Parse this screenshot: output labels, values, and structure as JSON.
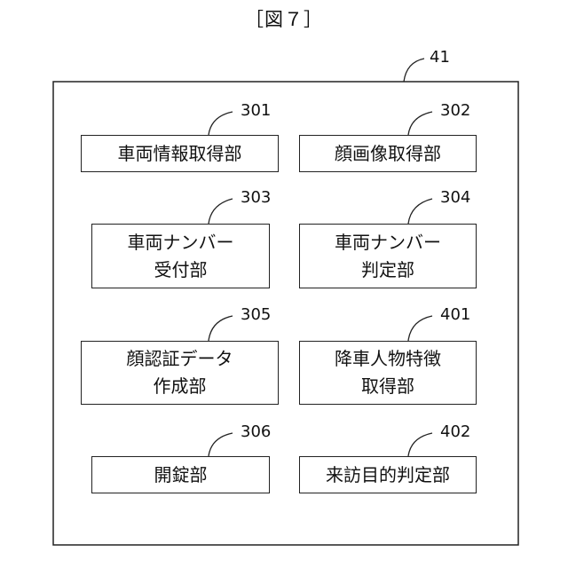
{
  "figure": {
    "title": "［図７］"
  },
  "container": {
    "ref": "41"
  },
  "blocks": [
    {
      "ref": "301",
      "label": "車両情報取得部"
    },
    {
      "ref": "302",
      "label": "顔画像取得部"
    },
    {
      "ref": "303",
      "label": "車両ナンバー\n受付部"
    },
    {
      "ref": "304",
      "label": "車両ナンバー\n判定部"
    },
    {
      "ref": "305",
      "label": "顔認証データ\n作成部"
    },
    {
      "ref": "401",
      "label": "降車人物特徴\n取得部"
    },
    {
      "ref": "306",
      "label": "開錠部"
    },
    {
      "ref": "402",
      "label": "来訪目的判定部"
    }
  ]
}
